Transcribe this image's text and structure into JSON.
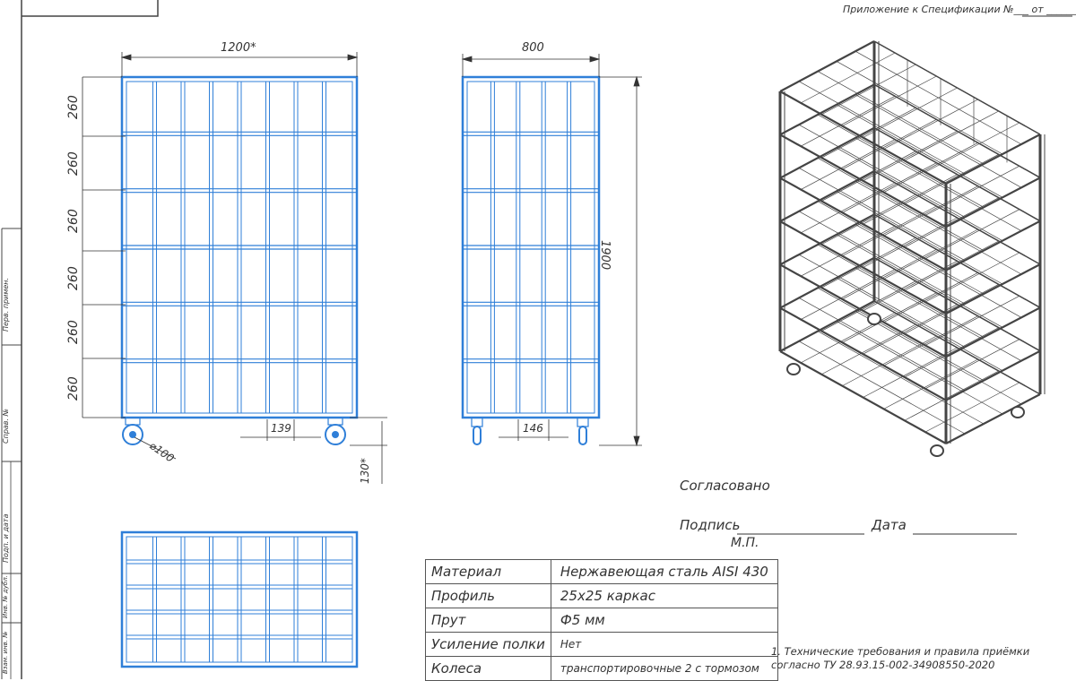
{
  "header": {
    "appendix_text": "Приложение к Спецификации №___ от _______"
  },
  "side_stamp": {
    "labels": [
      "Перв. примен.",
      "Справ. №",
      "Подп. и дата",
      "Инв. № дубл.",
      "Взам. инв. №"
    ]
  },
  "views": {
    "front": {
      "width_dim": "1200*",
      "shelf_dims": [
        "260",
        "260",
        "260",
        "260",
        "260",
        "260"
      ],
      "cell_dim": "139",
      "wheel_dim": "⌀100",
      "wheel_height_dim": "130*"
    },
    "side": {
      "width_dim": "800",
      "height_dim": "1900",
      "cell_dim": "146"
    }
  },
  "approval": {
    "agreed": "Согласовано",
    "signature": "Подпись",
    "date": "Дата",
    "seal": "М.П."
  },
  "spec_table": {
    "rows": [
      {
        "label": "Материал",
        "value": "Нержавеющая сталь AISI 430"
      },
      {
        "label": "Профиль",
        "value": "25х25 каркас"
      },
      {
        "label": "Прут",
        "value": "Ф5 мм"
      },
      {
        "label": "Усиление полки",
        "value": "Нет"
      },
      {
        "label": "Колеса",
        "value": "транспортировочные 2 с тормозом"
      }
    ]
  },
  "notes": {
    "line1": "1. Технические требования и правила приёмки",
    "line2": "согласно  ТУ 28.93.15-002-34908550-2020"
  },
  "colors": {
    "line_blue": "#2f7fd8",
    "ink": "#333333",
    "frame": "#555555"
  }
}
